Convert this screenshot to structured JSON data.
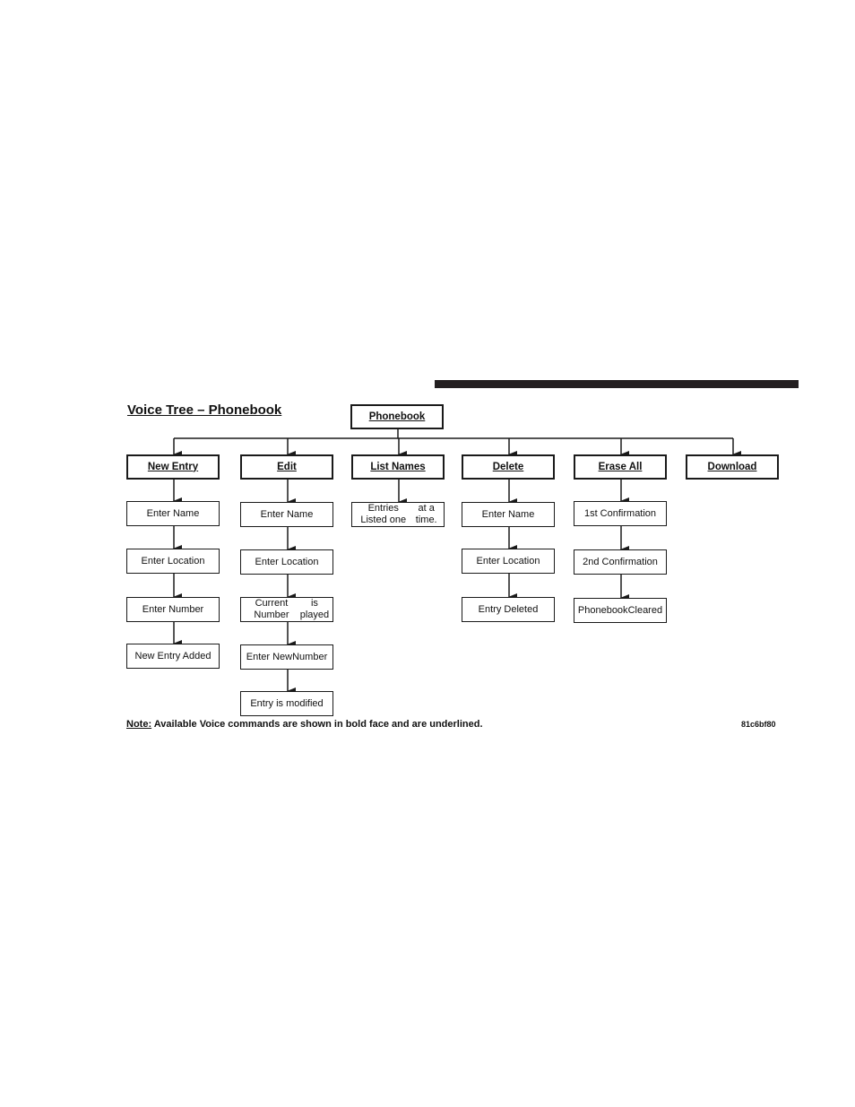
{
  "diagram": {
    "title": "Voice Tree – Phonebook",
    "root": {
      "label": "Phonebook"
    },
    "branches": [
      {
        "command": "New Entry",
        "steps": [
          "Enter Name",
          "Enter Location",
          "Enter Number",
          "New Entry Added"
        ]
      },
      {
        "command": "Edit",
        "steps": [
          "Enter Name",
          "Enter Location",
          "Current Number\nis played",
          "Enter New\nNumber",
          "Entry is modified"
        ]
      },
      {
        "command": "List Names",
        "steps": [
          "Entries Listed one\nat a time."
        ]
      },
      {
        "command": "Delete",
        "steps": [
          "Enter Name",
          "Enter Location",
          "Entry Deleted"
        ]
      },
      {
        "command": "Erase All",
        "steps": [
          "1st Confirmation",
          "2nd Confirmation",
          "Phonebook\nCleared"
        ]
      },
      {
        "command": "Download",
        "steps": []
      }
    ],
    "note": {
      "label": "Note:",
      "text": " Available Voice commands are shown in bold face and are underlined."
    },
    "figure_code": "81c6bf80"
  },
  "colors": {
    "ink": "#1a1a1a",
    "header_bar": "#231f20",
    "background": "#ffffff"
  }
}
